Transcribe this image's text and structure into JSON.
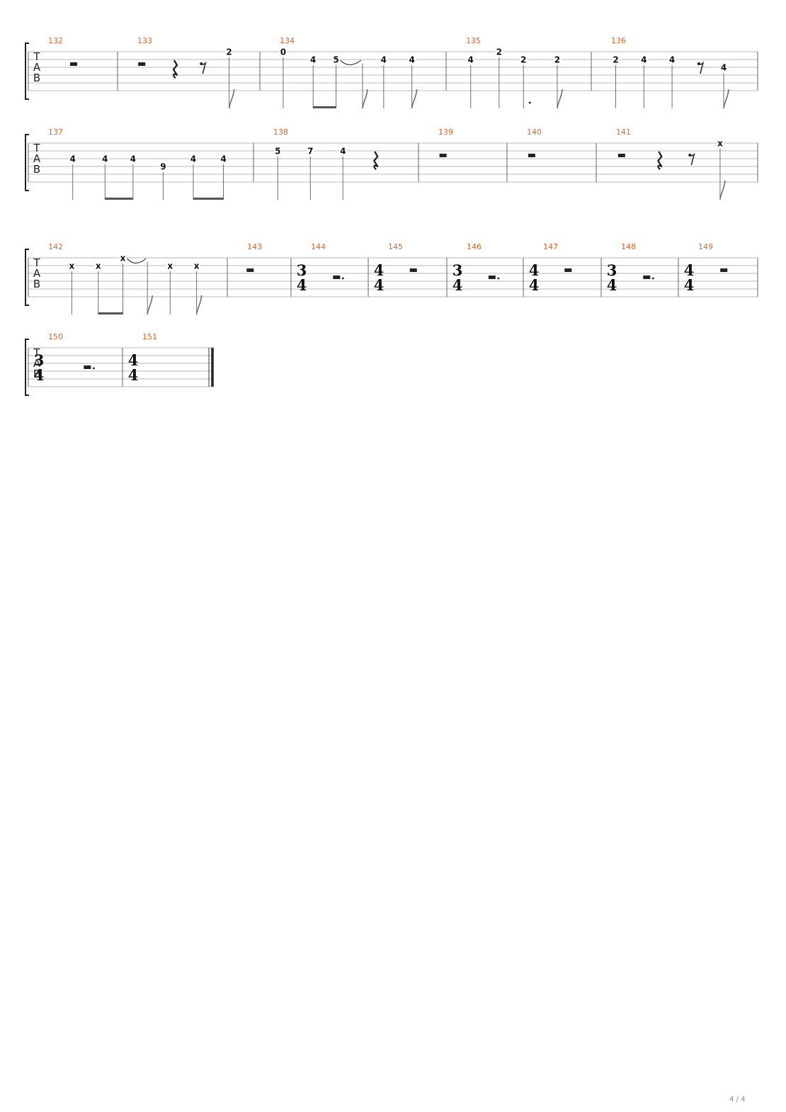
{
  "colors": {
    "measure_number": "#e8622c",
    "staff_line": "#b9b9b9",
    "barline": "#666666",
    "stem": "#6e6e6e",
    "fret_number": "#111111",
    "bracket": "#222222"
  },
  "tab_clef": [
    "T",
    "A",
    "B"
  ],
  "page_number": "4 / 4",
  "systems": [
    {
      "measures": [
        {
          "number": "132",
          "events": [
            {
              "type": "rest",
              "rest": "whole",
              "x": 0.5
            }
          ]
        },
        {
          "number": "133",
          "events": [
            {
              "type": "rest",
              "rest": "whole",
              "x": 0.14
            },
            {
              "type": "rest",
              "rest": "quarter",
              "x": 0.39
            },
            {
              "type": "rest",
              "rest": "eighth",
              "x": 0.6
            },
            {
              "type": "note",
              "fret": "2",
              "string": 1,
              "x": 0.8,
              "flag": true
            }
          ]
        },
        {
          "number": "134",
          "events": [
            {
              "type": "note",
              "fret": "0",
              "string": 1,
              "x": 0.1
            },
            {
              "type": "note",
              "fret": "4",
              "string": 2,
              "x": 0.27,
              "beam": "a"
            },
            {
              "type": "note",
              "fret": "5",
              "string": 2,
              "x": 0.4,
              "beam": "a",
              "tie": true
            },
            {
              "type": "note",
              "fret": "",
              "string": 2,
              "x": 0.55,
              "flag": true
            },
            {
              "type": "note",
              "fret": "4",
              "string": 2,
              "x": 0.67
            },
            {
              "type": "note",
              "fret": "4",
              "string": 2,
              "x": 0.83,
              "flag": true
            }
          ]
        },
        {
          "number": "135",
          "events": [
            {
              "type": "note",
              "fret": "4",
              "string": 2,
              "x": 0.14
            },
            {
              "type": "note",
              "fret": "2",
              "string": 1,
              "x": 0.35
            },
            {
              "type": "note",
              "fret": "2",
              "string": 2,
              "x": 0.53,
              "dot": true
            },
            {
              "type": "note",
              "fret": "2",
              "string": 2,
              "x": 0.78,
              "flag": true
            }
          ]
        },
        {
          "number": "136",
          "events": [
            {
              "type": "note",
              "fret": "2",
              "string": 2,
              "x": 0.12
            },
            {
              "type": "note",
              "fret": "4",
              "string": 2,
              "x": 0.3
            },
            {
              "type": "note",
              "fret": "4",
              "string": 2,
              "x": 0.48
            },
            {
              "type": "rest",
              "rest": "eighth",
              "x": 0.66
            },
            {
              "type": "note",
              "fret": "4",
              "string": 3,
              "x": 0.81,
              "flag": true
            }
          ]
        }
      ]
    },
    {
      "measures": [
        {
          "number": "137",
          "events": [
            {
              "type": "note",
              "fret": "4",
              "string": 3,
              "x": 0.18
            },
            {
              "type": "note",
              "fret": "4",
              "string": 3,
              "x": 0.33,
              "beam": "a"
            },
            {
              "type": "note",
              "fret": "4",
              "string": 3,
              "x": 0.46,
              "beam": "a"
            },
            {
              "type": "note",
              "fret": "9",
              "string": 4,
              "x": 0.6
            },
            {
              "type": "note",
              "fret": "4",
              "string": 3,
              "x": 0.74,
              "beam": "b"
            },
            {
              "type": "note",
              "fret": "4",
              "string": 3,
              "x": 0.88,
              "beam": "b"
            }
          ]
        },
        {
          "number": "138",
          "events": [
            {
              "type": "note",
              "fret": "5",
              "string": 2,
              "x": 0.12
            },
            {
              "type": "note",
              "fret": "7",
              "string": 2,
              "x": 0.33
            },
            {
              "type": "note",
              "fret": "4",
              "string": 2,
              "x": 0.54
            },
            {
              "type": "rest",
              "rest": "quarter",
              "x": 0.75
            }
          ]
        },
        {
          "number": "139",
          "events": [
            {
              "type": "rest",
              "rest": "whole",
              "x": 0.24
            }
          ]
        },
        {
          "number": "140",
          "events": [
            {
              "type": "rest",
              "rest": "whole",
              "x": 0.24
            }
          ]
        },
        {
          "number": "141",
          "events": [
            {
              "type": "rest",
              "rest": "whole",
              "x": 0.13
            },
            {
              "type": "rest",
              "rest": "quarter",
              "x": 0.38
            },
            {
              "type": "rest",
              "rest": "eighth",
              "x": 0.59
            },
            {
              "type": "note",
              "fret": "x",
              "string": 1,
              "x": 0.78,
              "flag": true
            }
          ]
        }
      ]
    },
    {
      "measures": [
        {
          "number": "142",
          "events": [
            {
              "type": "note",
              "fret": "x",
              "string": 2,
              "x": 0.2
            },
            {
              "type": "note",
              "fret": "x",
              "string": 2,
              "x": 0.34,
              "beam": "a"
            },
            {
              "type": "note",
              "fret": "x",
              "string": 1,
              "x": 0.47,
              "beam": "a",
              "tie": true
            },
            {
              "type": "note",
              "fret": "",
              "string": 1,
              "x": 0.6,
              "flag": true
            },
            {
              "type": "note",
              "fret": "x",
              "string": 2,
              "x": 0.72
            },
            {
              "type": "note",
              "fret": "x",
              "string": 2,
              "x": 0.86,
              "flag": true
            }
          ]
        },
        {
          "number": "143",
          "events": [
            {
              "type": "rest",
              "rest": "whole",
              "x": 0.32
            }
          ]
        },
        {
          "number": "144",
          "time": [
            "3",
            "4"
          ],
          "events": [
            {
              "type": "rest",
              "rest": "dotted-half",
              "x": 0.47
            }
          ]
        },
        {
          "number": "145",
          "time": [
            "4",
            "4"
          ],
          "events": [
            {
              "type": "rest",
              "rest": "whole",
              "x": 0.45
            }
          ]
        },
        {
          "number": "146",
          "time": [
            "3",
            "4"
          ],
          "events": [
            {
              "type": "rest",
              "rest": "dotted-half",
              "x": 0.47
            }
          ]
        },
        {
          "number": "147",
          "time": [
            "4",
            "4"
          ],
          "events": [
            {
              "type": "rest",
              "rest": "whole",
              "x": 0.45
            }
          ]
        },
        {
          "number": "148",
          "time": [
            "3",
            "4"
          ],
          "events": [
            {
              "type": "rest",
              "rest": "dotted-half",
              "x": 0.47
            }
          ]
        },
        {
          "number": "149",
          "time": [
            "4",
            "4"
          ],
          "events": [
            {
              "type": "rest",
              "rest": "whole",
              "x": 0.45
            }
          ]
        }
      ]
    },
    {
      "measures": [
        {
          "number": "150",
          "time": [
            "3",
            "4"
          ],
          "events": [
            {
              "type": "rest",
              "rest": "dotted-half",
              "x": 0.55
            }
          ]
        },
        {
          "number": "151",
          "time": [
            "4",
            "4"
          ],
          "events": []
        }
      ],
      "final_barline": true
    }
  ]
}
